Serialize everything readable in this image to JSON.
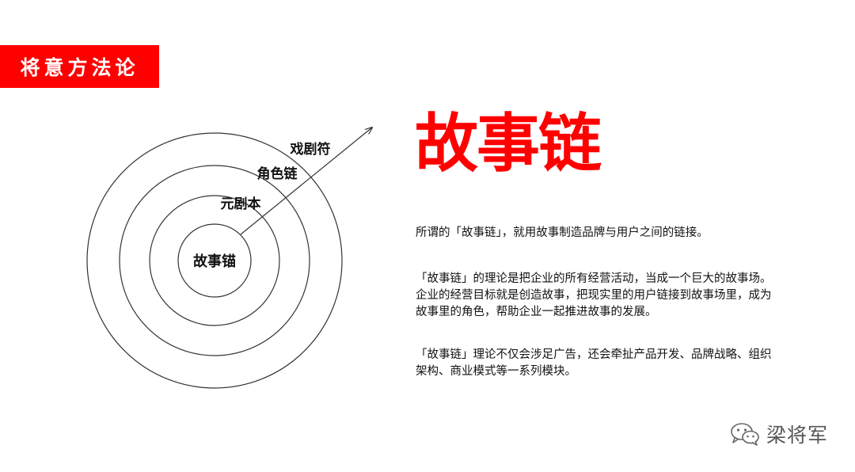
{
  "badge": {
    "label": "将意方法论"
  },
  "diagram": {
    "rings": [
      "故事锚",
      "元剧本",
      "角色链",
      "戏剧符"
    ]
  },
  "content": {
    "title": "故事链",
    "paragraphs": [
      "所谓的「故事链」，就用故事制造品牌与用户之间的链接。",
      "「故事链」的理论是把企业的所有经营活动，当成一个巨大的故事场。企业的经营目标就是创造故事，把现实里的用户链接到故事场里，成为故事里的角色，帮助企业一起推进故事的发展。",
      "「故事链」理论不仅会涉足广告，还会牵扯产品开发、品牌战略、组织架构、商业模式等一系列模块。"
    ]
  },
  "watermark": {
    "icon": "wechat-icon",
    "author": "梁将军"
  },
  "colors": {
    "accent": "#ff0000",
    "text": "#111111",
    "watermark": "#555555"
  }
}
